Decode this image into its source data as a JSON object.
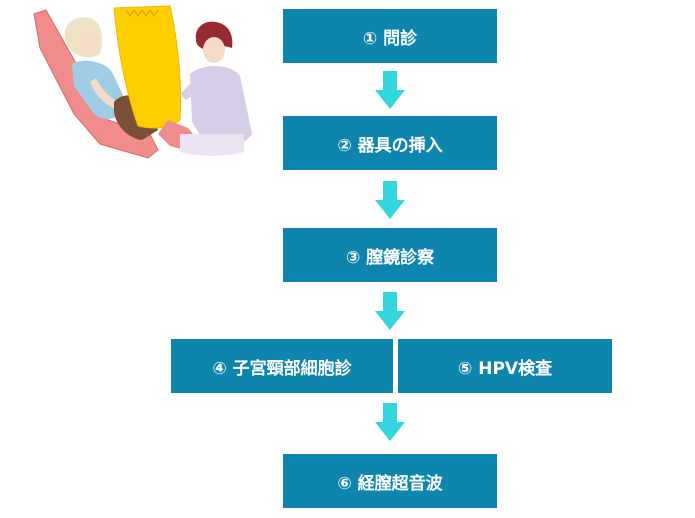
{
  "steps": [
    {
      "label": "① 問診"
    },
    {
      "label": "② 器具の挿入"
    },
    {
      "label": "③ 膣鏡診察"
    },
    {
      "label": "④ 子宮頸部細胞診"
    },
    {
      "label": "⑤ HPV検査"
    },
    {
      "label": "⑥ 経膣超音波"
    }
  ],
  "colors": {
    "step_box": "#0e85ad",
    "arrow": "#33d6dc",
    "step_text": "#ffffff"
  }
}
